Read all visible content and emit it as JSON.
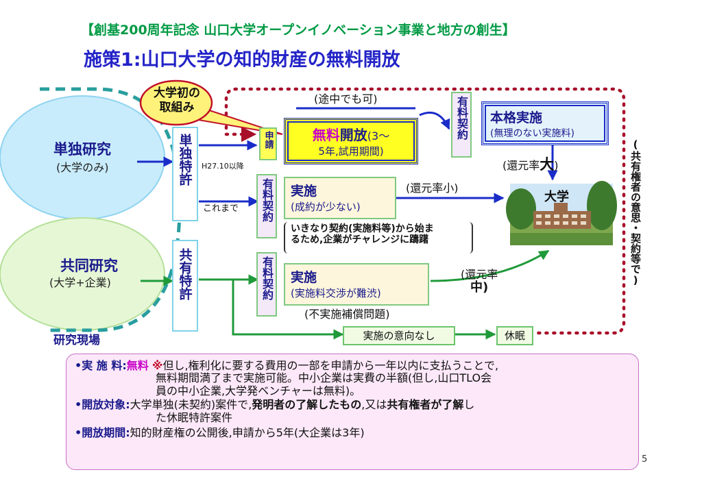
{
  "header": {
    "subtitle": "【創基200周年記念 山口大学オープンイノベーション事業と地方の創生】",
    "title": "施策1:山口大学の知的財産の無料開放"
  },
  "badge": {
    "line1": "大学初の",
    "line2": "取組み"
  },
  "left": {
    "solo_title": "単独研究",
    "solo_sub": "(大学のみ)",
    "joint_title": "共同研究",
    "joint_sub": "(大学+企業)",
    "site_label": "研究現場"
  },
  "patents": {
    "solo": "単独特許",
    "joint": "共有特許"
  },
  "labels": {
    "h27": "H27.10以降",
    "before": "これまで",
    "midway": "(途中でも可)",
    "rate_large_a": "(還元率",
    "rate_large_b": "大",
    "rate_large_c": ")",
    "rate_small": "(還元率小)",
    "rate_mid_a": "(還元率",
    "rate_mid_b": "中)",
    "non_exec": "(不実施補償問題)",
    "vertical_note": "(共有権者の意思・契約等で)",
    "university": "大学",
    "page_number": "5"
  },
  "boxes": {
    "apply": "申請",
    "free_open_1": "無料",
    "free_open_2": "開放",
    "free_open_3": "(3〜",
    "free_open_line2": "5年,試用期間)",
    "contract": "有料契約",
    "full_title": "本格実施",
    "full_sub": "(無理のない実施料)",
    "exec1_title": "実施",
    "exec1_sub": "(成約が少ない)",
    "barrier_1": "いきなり契約(実施料等)から始ま",
    "barrier_2": "るため,企業がチャレンジに躊躇",
    "exec2_title": "実施",
    "exec2_sub": "(実施料交渉が難渋)",
    "no_intent": "実施の意向なし",
    "dormant": "休眠"
  },
  "notes": {
    "fee_label": "•実 施 料:",
    "fee_free": "無料",
    "fee_mark": "※",
    "fee_text_1": "但し,権利化に要する費用の一部を申請から一年以内に支払うことで,",
    "fee_text_2": "無料期間満了まで実施可能。中小企業は実費の半額(但し,山口TLO会",
    "fee_text_3": "員の中小企業,大学発ベンチャーは無料)。",
    "target_label": "•開放対象:",
    "target_text_1a": "大学単独(未契約)案件で,",
    "target_text_1b": "発明者の了解したもの",
    "target_text_1c": ",又は",
    "target_text_1d": "共有権者が了解",
    "target_text_1e": "し",
    "target_text_2": "た休眠特許案件",
    "period_label": "•開放期間:",
    "period_text": "知的財産権の公開後,申請から5年(大企業は3年)"
  },
  "colors": {
    "title_green": "#009a44",
    "title_blue": "#2323c8",
    "highlight_magenta": "#c800c8",
    "arrow_blue": "#1a2cc8",
    "arrow_green": "#1f9a3a",
    "dotted_red": "#a8102a",
    "free_box_yellow": "#ffff22",
    "notes_pink": "#fce8f8"
  }
}
